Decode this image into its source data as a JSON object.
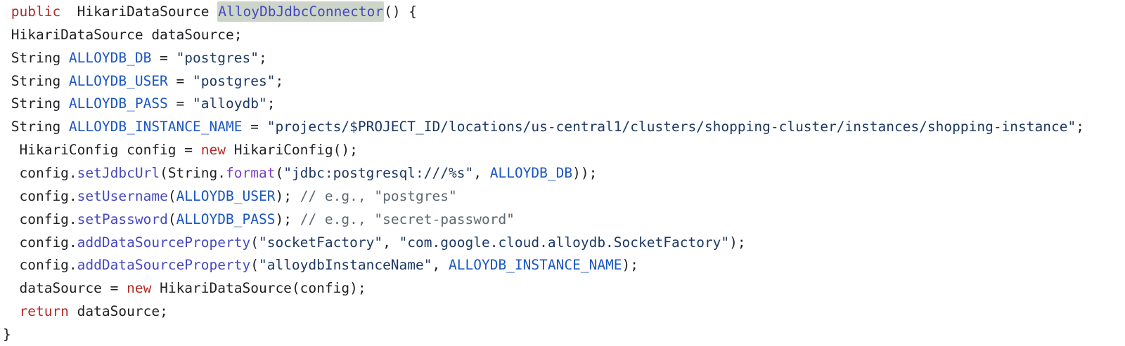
{
  "code_block": {
    "language": "java",
    "highlighted_symbol": "AlloyDbJdbcConnector",
    "colors": {
      "background": "#ffffff",
      "plain": "#1f2023",
      "keyword": "#b42a24",
      "constant": "#1a56c2",
      "method": "#4649c0",
      "function": "#7a3cc4",
      "string": "#1c3863",
      "comment": "#5e6870",
      "highlight_bg": "#cdd5c9"
    },
    "lines": [
      {
        "tokens": [
          {
            "text": " ",
            "style": "plain"
          },
          {
            "text": "public",
            "style": "keyword"
          },
          {
            "text": "  HikariDataSource ",
            "style": "plain"
          },
          {
            "text": "AlloyDbJdbcConnector",
            "style": "method",
            "highlight": true
          },
          {
            "text": "() {",
            "style": "plain"
          }
        ]
      },
      {
        "tokens": [
          {
            "text": " HikariDataSource dataSource;",
            "style": "plain"
          }
        ]
      },
      {
        "tokens": [
          {
            "text": " String ",
            "style": "plain"
          },
          {
            "text": "ALLOYDB_DB",
            "style": "constant"
          },
          {
            "text": " = ",
            "style": "plain"
          },
          {
            "text": "\"postgres\"",
            "style": "string"
          },
          {
            "text": ";",
            "style": "plain"
          }
        ]
      },
      {
        "tokens": [
          {
            "text": " String ",
            "style": "plain"
          },
          {
            "text": "ALLOYDB_USER",
            "style": "constant"
          },
          {
            "text": " = ",
            "style": "plain"
          },
          {
            "text": "\"postgres\"",
            "style": "string"
          },
          {
            "text": ";",
            "style": "plain"
          }
        ]
      },
      {
        "tokens": [
          {
            "text": " String ",
            "style": "plain"
          },
          {
            "text": "ALLOYDB_PASS",
            "style": "constant"
          },
          {
            "text": " = ",
            "style": "plain"
          },
          {
            "text": "\"alloydb\"",
            "style": "string"
          },
          {
            "text": ";",
            "style": "plain"
          }
        ]
      },
      {
        "tokens": [
          {
            "text": " String ",
            "style": "plain"
          },
          {
            "text": "ALLOYDB_INSTANCE_NAME",
            "style": "constant"
          },
          {
            "text": " = ",
            "style": "plain"
          },
          {
            "text": "\"projects/$PROJECT_ID/locations/us-central1/clusters/shopping-cluster/instances/shopping-instance\"",
            "style": "string"
          },
          {
            "text": ";",
            "style": "plain"
          }
        ]
      },
      {
        "tokens": [
          {
            "text": "  HikariConfig config = ",
            "style": "plain"
          },
          {
            "text": "new",
            "style": "keyword"
          },
          {
            "text": " HikariConfig();",
            "style": "plain"
          }
        ]
      },
      {
        "tokens": [
          {
            "text": "  config.",
            "style": "plain"
          },
          {
            "text": "setJdbcUrl",
            "style": "method"
          },
          {
            "text": "(String.",
            "style": "plain"
          },
          {
            "text": "format",
            "style": "function"
          },
          {
            "text": "(",
            "style": "plain"
          },
          {
            "text": "\"jdbc:postgresql:///%s\"",
            "style": "string"
          },
          {
            "text": ", ",
            "style": "plain"
          },
          {
            "text": "ALLOYDB_DB",
            "style": "constant"
          },
          {
            "text": "));",
            "style": "plain"
          }
        ]
      },
      {
        "tokens": [
          {
            "text": "  config.",
            "style": "plain"
          },
          {
            "text": "setUsername",
            "style": "method"
          },
          {
            "text": "(",
            "style": "plain"
          },
          {
            "text": "ALLOYDB_USER",
            "style": "constant"
          },
          {
            "text": "); ",
            "style": "plain"
          },
          {
            "text": "// e.g., \"postgres\"",
            "style": "comment"
          }
        ]
      },
      {
        "tokens": [
          {
            "text": "  config.",
            "style": "plain"
          },
          {
            "text": "setPassword",
            "style": "method"
          },
          {
            "text": "(",
            "style": "plain"
          },
          {
            "text": "ALLOYDB_PASS",
            "style": "constant"
          },
          {
            "text": "); ",
            "style": "plain"
          },
          {
            "text": "// e.g., \"secret-password\"",
            "style": "comment"
          }
        ]
      },
      {
        "tokens": [
          {
            "text": "  config.",
            "style": "plain"
          },
          {
            "text": "addDataSourceProperty",
            "style": "method"
          },
          {
            "text": "(",
            "style": "plain"
          },
          {
            "text": "\"socketFactory\"",
            "style": "string"
          },
          {
            "text": ", ",
            "style": "plain"
          },
          {
            "text": "\"com.google.cloud.alloydb.SocketFactory\"",
            "style": "string"
          },
          {
            "text": ");",
            "style": "plain"
          }
        ]
      },
      {
        "tokens": [
          {
            "text": "  config.",
            "style": "plain"
          },
          {
            "text": "addDataSourceProperty",
            "style": "method"
          },
          {
            "text": "(",
            "style": "plain"
          },
          {
            "text": "\"alloydbInstanceName\"",
            "style": "string"
          },
          {
            "text": ", ",
            "style": "plain"
          },
          {
            "text": "ALLOYDB_INSTANCE_NAME",
            "style": "constant"
          },
          {
            "text": ");",
            "style": "plain"
          }
        ]
      },
      {
        "tokens": [
          {
            "text": "  dataSource = ",
            "style": "plain"
          },
          {
            "text": "new",
            "style": "keyword"
          },
          {
            "text": " HikariDataSource(config);",
            "style": "plain"
          }
        ]
      },
      {
        "tokens": [
          {
            "text": "  ",
            "style": "plain"
          },
          {
            "text": "return",
            "style": "keyword"
          },
          {
            "text": " dataSource;",
            "style": "plain"
          }
        ]
      },
      {
        "tokens": [
          {
            "text": "}",
            "style": "plain"
          }
        ]
      }
    ]
  }
}
